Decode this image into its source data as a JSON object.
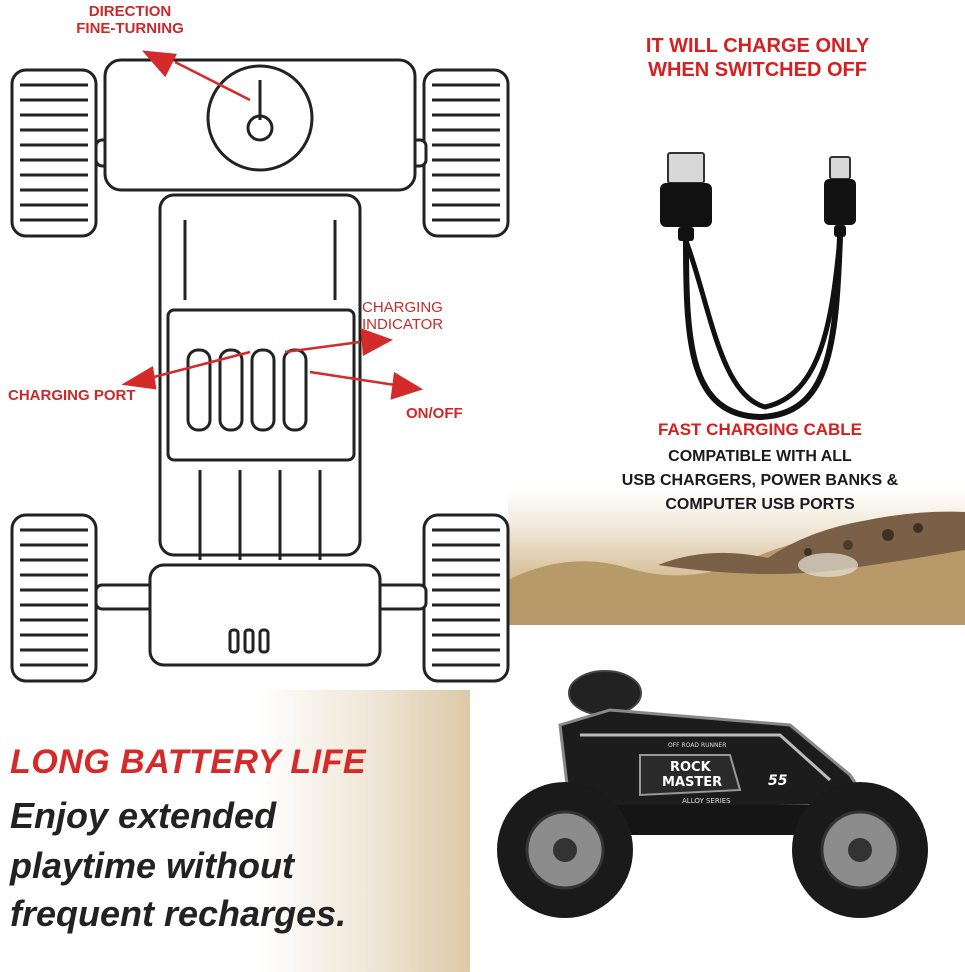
{
  "labels": {
    "direction_line1": "DIRECTION",
    "direction_line2": "FINE-TURNING",
    "charging_indicator_line1": "CHARGING",
    "charging_indicator_line2": "INDICATOR",
    "charging_port": "CHARGING PORT",
    "on_off": "ON/OFF"
  },
  "charge_note": {
    "line1": "IT WILL CHARGE ONLY",
    "line2": "WHEN SWITCHED OFF"
  },
  "cable": {
    "title": "FAST CHARGING CABLE",
    "line1": "COMPATIBLE WITH ALL",
    "line2": "USB CHARGERS, POWER BANKS &",
    "line3": "COMPUTER USB PORTS"
  },
  "battery": {
    "heading": "LONG BATTERY LIFE",
    "line1": "Enjoy extended",
    "line2": "playtime without",
    "line3": "frequent recharges."
  },
  "truck_decals": {
    "top": "OFF ROAD RUNNER",
    "brand_line1": "ROCK",
    "brand_line2": "MASTER",
    "series": "ALLOY SERIES",
    "model": "55"
  },
  "colors": {
    "accent_red": "#d42020",
    "label_red": "#cc2a2a",
    "text_dark": "#1a1a1a"
  }
}
